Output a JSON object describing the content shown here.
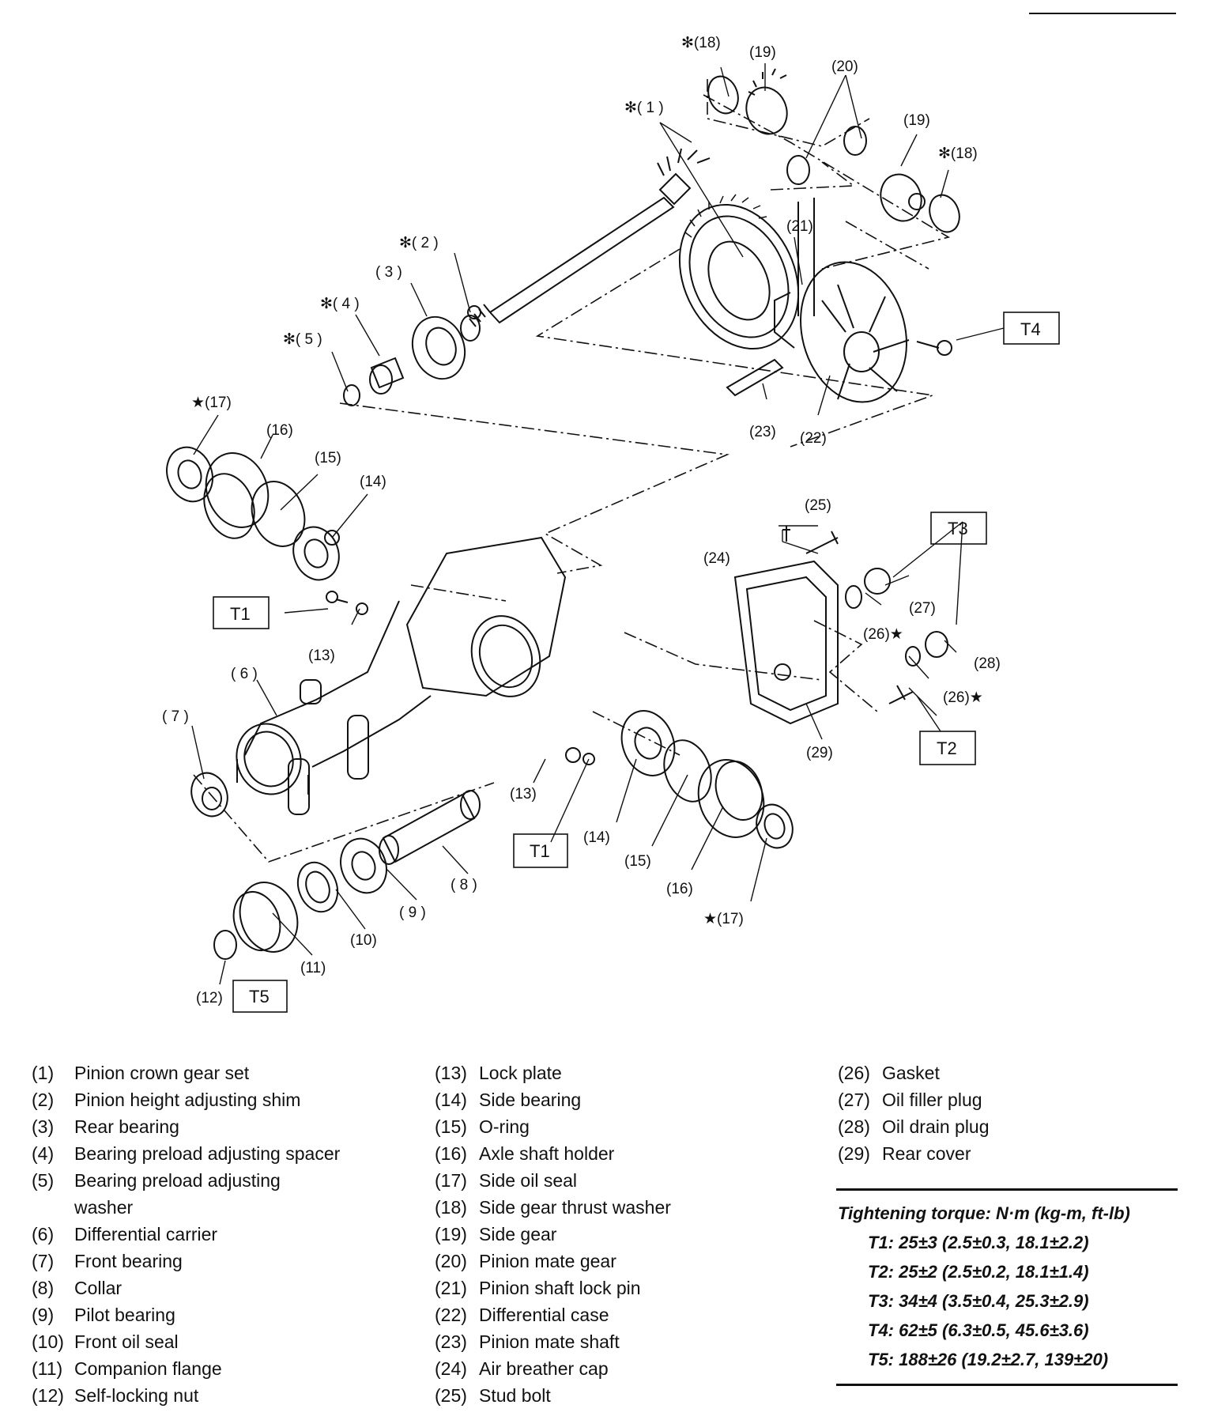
{
  "callouts": {
    "c1": "✻( 1 )",
    "c2": "✻( 2 )",
    "c3": "( 3 )",
    "c4": "✻( 4 )",
    "c5": "✻( 5 )",
    "c6": "( 6 )",
    "c7": "( 7 )",
    "c8": "( 8 )",
    "c9": "( 9 )",
    "c10": "(10)",
    "c11": "(11)",
    "c12": "(12)",
    "c13a": "(13)",
    "c13b": "(13)",
    "c14a": "(14)",
    "c14b": "(14)",
    "c15a": "(15)",
    "c15b": "(15)",
    "c16a": "(16)",
    "c16b": "(16)",
    "c17a": "★(17)",
    "c17b": "★(17)",
    "c18a": "✻(18)",
    "c18b": "✻(18)",
    "c19a": "(19)",
    "c19b": "(19)",
    "c20": "(20)",
    "c21": "(21)",
    "c22": "(22)",
    "c23": "(23)",
    "c24": "(24)",
    "c25": "(25)",
    "c26a": "(26)★",
    "c26b": "(26)★",
    "c27": "(27)",
    "c28": "(28)",
    "c29": "(29)"
  },
  "torque_tags": {
    "t1a": "T1",
    "t1b": "T1",
    "t2": "T2",
    "t3": "T3",
    "t4": "T4",
    "t5": "T5"
  },
  "legend": {
    "col1": [
      {
        "num": "(1)",
        "text": "Pinion crown gear set"
      },
      {
        "num": "(2)",
        "text": "Pinion height adjusting shim"
      },
      {
        "num": "(3)",
        "text": "Rear bearing"
      },
      {
        "num": "(4)",
        "text": "Bearing preload adjusting spacer"
      },
      {
        "num": "(5)",
        "text": "Bearing preload adjusting"
      },
      {
        "num": "",
        "text": "washer"
      },
      {
        "num": "(6)",
        "text": "Differential carrier"
      },
      {
        "num": "(7)",
        "text": "Front bearing"
      },
      {
        "num": "(8)",
        "text": "Collar"
      },
      {
        "num": "(9)",
        "text": "Pilot bearing"
      },
      {
        "num": "(10)",
        "text": "Front oil seal"
      },
      {
        "num": "(11)",
        "text": "Companion flange"
      },
      {
        "num": "(12)",
        "text": "Self-locking nut"
      }
    ],
    "col2": [
      {
        "num": "(13)",
        "text": "Lock plate"
      },
      {
        "num": "(14)",
        "text": "Side bearing"
      },
      {
        "num": "(15)",
        "text": "O-ring"
      },
      {
        "num": "(16)",
        "text": "Axle shaft holder"
      },
      {
        "num": "(17)",
        "text": "Side oil seal"
      },
      {
        "num": "(18)",
        "text": "Side gear thrust washer"
      },
      {
        "num": "(19)",
        "text": "Side gear"
      },
      {
        "num": "(20)",
        "text": "Pinion mate gear"
      },
      {
        "num": "(21)",
        "text": "Pinion shaft lock pin"
      },
      {
        "num": "(22)",
        "text": "Differential case"
      },
      {
        "num": "(23)",
        "text": "Pinion mate shaft"
      },
      {
        "num": "(24)",
        "text": "Air breather cap"
      },
      {
        "num": "(25)",
        "text": "Stud bolt"
      }
    ],
    "col3": [
      {
        "num": "(26)",
        "text": "Gasket"
      },
      {
        "num": "(27)",
        "text": "Oil filler plug"
      },
      {
        "num": "(28)",
        "text": "Oil drain plug"
      },
      {
        "num": "(29)",
        "text": "Rear cover"
      }
    ]
  },
  "torque": {
    "title": "Tightening torque: N·m (kg-m, ft-lb)",
    "rows": [
      "T1: 25±3 (2.5±0.3, 18.1±2.2)",
      "T2: 25±2 (2.5±0.2, 18.1±1.4)",
      "T3: 34±4 (3.5±0.4, 25.3±2.9)",
      "T4: 62±5 (6.3±0.5, 45.6±3.6)",
      "T5: 188±26 (19.2±2.7, 139±20)"
    ]
  }
}
